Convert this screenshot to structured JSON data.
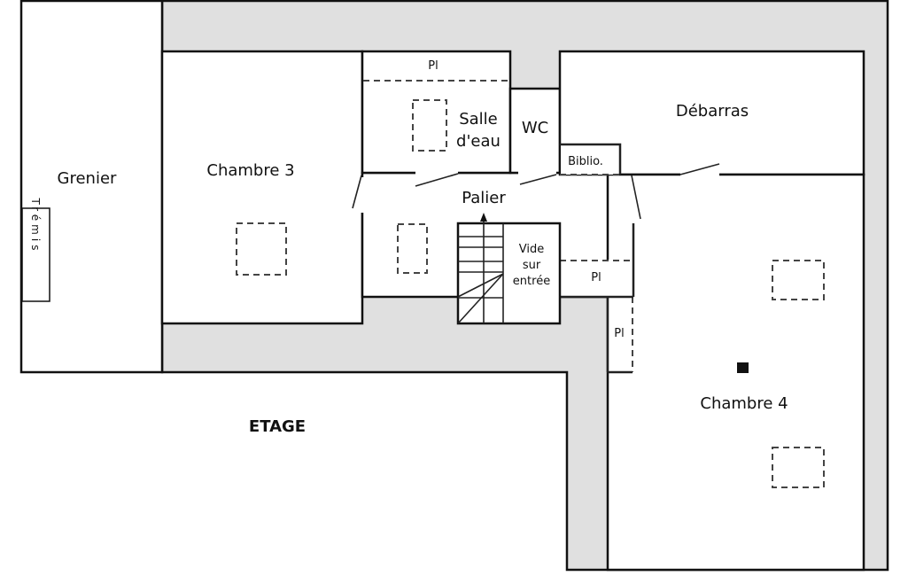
{
  "plan": {
    "level_title": "ETAGE",
    "rooms": {
      "grenier": "Grenier",
      "tremis": "Trémis",
      "chambre3": "Chambre 3",
      "salle_line1": "Salle",
      "salle_line2": "d'eau",
      "wc": "WC",
      "debarras": "Débarras",
      "biblio": "Biblio.",
      "palier": "Palier",
      "vide_line1": "Vide",
      "vide_line2": "sur",
      "vide_line3": "entrée",
      "chambre4": "Chambre 4",
      "pl_salle": "Pl",
      "pl_palier": "Pl",
      "pl_chambre4": "Pl"
    }
  }
}
